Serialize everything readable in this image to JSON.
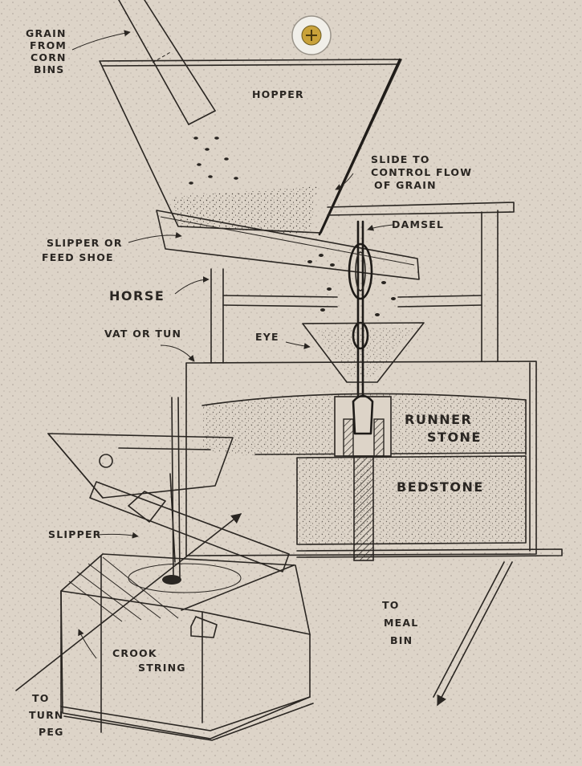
{
  "labels": {
    "grain_from_bins": [
      "GRAIN",
      "FROM",
      "CORN",
      "BINS"
    ],
    "hopper": "HOPPER",
    "slide": [
      "SLIDE TO",
      "CONTROL FLOW",
      "OF GRAIN"
    ],
    "damsel": "DAMSEL",
    "slipper_feed": [
      "SLIPPER OR",
      "FEED SHOE"
    ],
    "horse": "HORSE",
    "vat": "VAT OR TUN",
    "eye": "EYE",
    "runner": [
      "RUNNER",
      "STONE"
    ],
    "bedstone": "BEDSTONE",
    "slipper": "SLIPPER",
    "meal_bin": [
      "TO",
      "MEAL",
      "BIN"
    ],
    "crook": [
      "CROOK",
      "STRING"
    ],
    "turn_peg": [
      "TO",
      "TURN",
      "PEG"
    ]
  },
  "colors": {
    "paper": "#ddd4c8",
    "ink": "#2a2622",
    "screw": "#c9a23a"
  }
}
